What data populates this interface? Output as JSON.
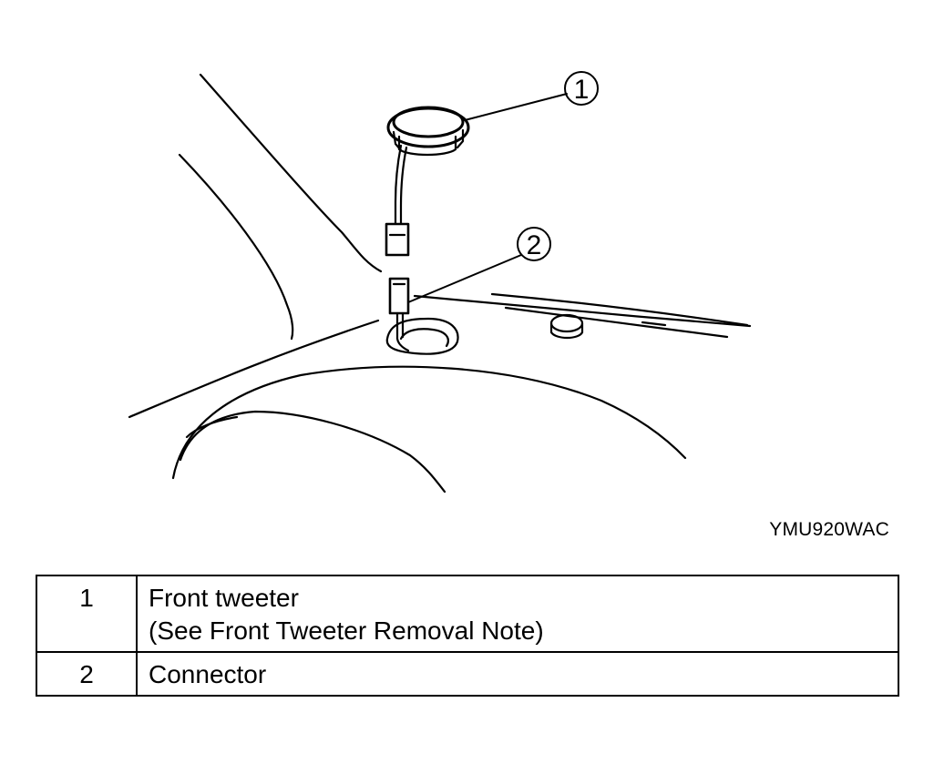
{
  "figure": {
    "code": "YMU920WAC",
    "callouts": [
      "1",
      "2"
    ]
  },
  "legend": [
    {
      "number": "1",
      "lines": [
        "Front tweeter",
        "(See Front Tweeter Removal Note)"
      ]
    },
    {
      "number": "2",
      "lines": [
        "Connector"
      ]
    }
  ],
  "colors": {
    "ink": "#000000",
    "paper": "#ffffff"
  }
}
